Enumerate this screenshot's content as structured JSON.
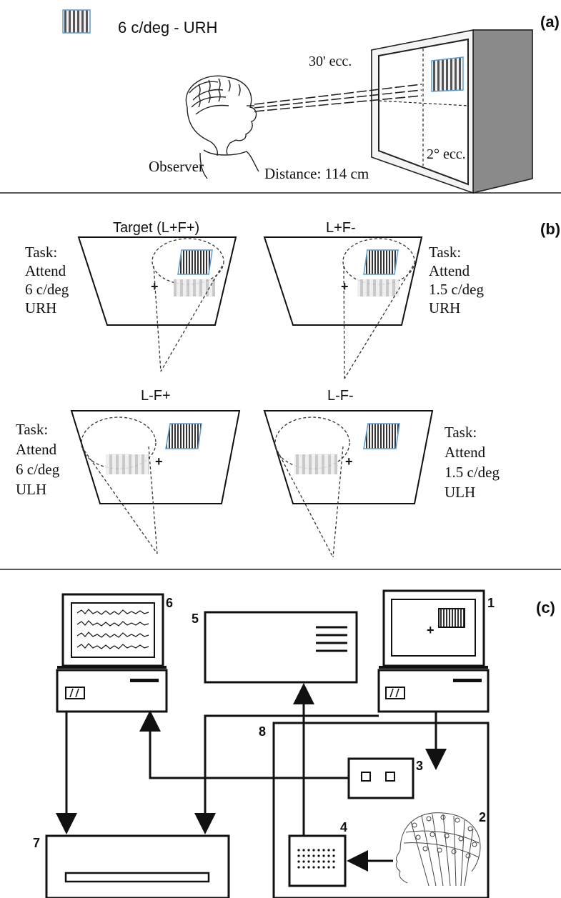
{
  "panel_a": {
    "label": "(a)",
    "legend_text": "6 c/deg - URH",
    "ecc_30": "30' ecc.",
    "ecc_2": "2° ecc.",
    "observer": "Observer",
    "distance": "Distance: 114 cm"
  },
  "panel_b": {
    "label": "(b)",
    "conditions": [
      {
        "title": "Target (L+F+)",
        "task": [
          "Task:",
          "Attend",
          "6 c/deg",
          "URH"
        ]
      },
      {
        "title": "L+F-",
        "task": [
          "Task:",
          "Attend",
          "1.5 c/deg",
          "URH"
        ]
      },
      {
        "title": "L-F+",
        "task": [
          "Task:",
          "Attend",
          "6 c/deg",
          "ULH"
        ]
      },
      {
        "title": "L-F-",
        "task": [
          "Task:",
          "Attend",
          "1.5 c/deg",
          "ULH"
        ]
      }
    ]
  },
  "panel_c": {
    "label": "(c)",
    "numbers": [
      "1",
      "2",
      "3",
      "4",
      "5",
      "6",
      "7",
      "8"
    ]
  },
  "colors": {
    "line": "#111111",
    "grating_border": "#5b9bd5",
    "grating_stripe": "#555555"
  }
}
